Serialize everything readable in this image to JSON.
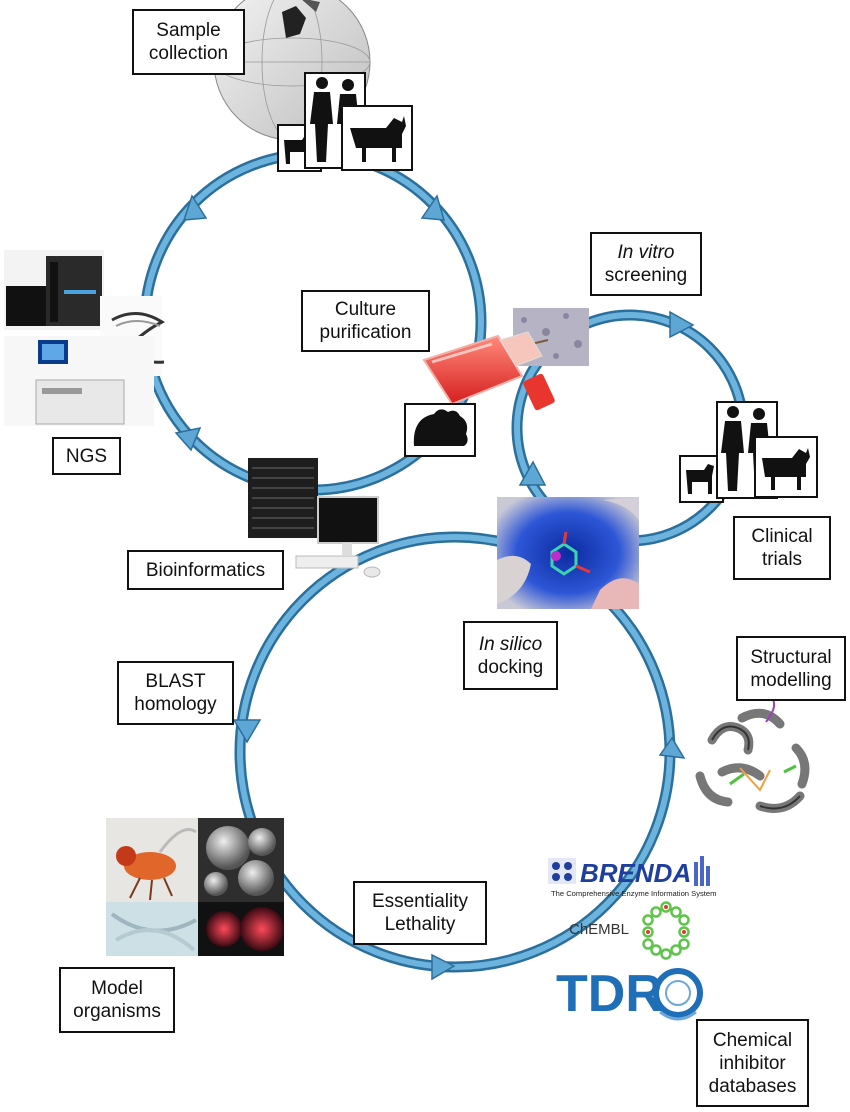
{
  "labels": {
    "sample": [
      "Sample",
      "collection"
    ],
    "culture": [
      "Culture",
      "purification"
    ],
    "vitro": [
      "In vitro",
      "screening"
    ],
    "ngs": [
      "NGS"
    ],
    "clinical": [
      "Clinical",
      "trials"
    ],
    "bioinf": [
      "Bioinformatics"
    ],
    "silico": [
      "In silico",
      "docking"
    ],
    "struct": [
      "Structural",
      "modelling"
    ],
    "blast": [
      "BLAST",
      "homology"
    ],
    "essential": [
      "Essentiality",
      "Lethality"
    ],
    "model": [
      "Model",
      "organisms"
    ],
    "chemdb": [
      "Chemical",
      "inhibitor",
      "databases"
    ]
  },
  "databases": {
    "brenda": "BRENDA",
    "brenda_sub": "The Comprehensive Enzyme Information System",
    "chembl": "ChEMBL",
    "tdr": "TDR"
  },
  "colors": {
    "cycle_arrow": "#4a97c7",
    "arrow_edge": "#2b6f9c",
    "brenda_blue": "#1f3f9e",
    "tdr_blue": "#1f6fb8",
    "chembl_green": "#5fc44a",
    "flask_red": "#e8362e"
  }
}
